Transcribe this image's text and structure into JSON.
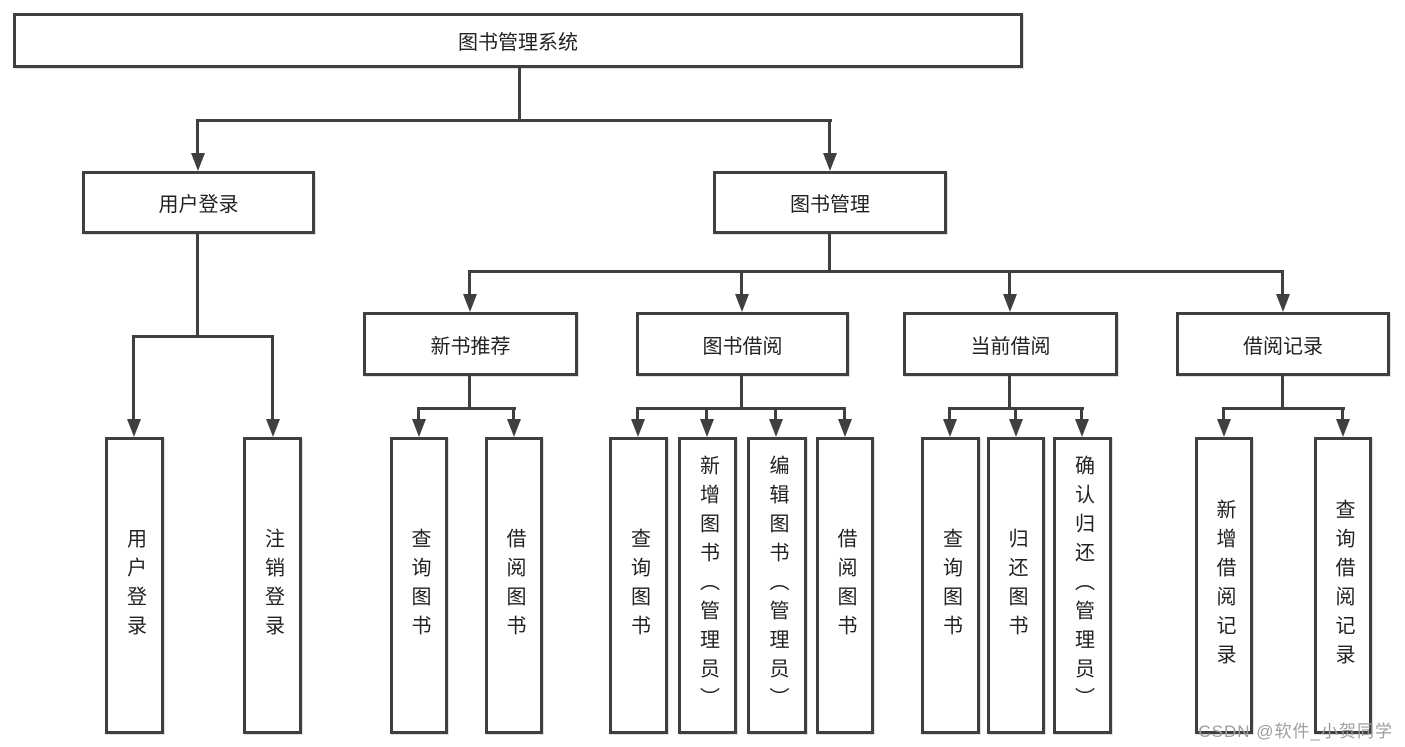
{
  "diagram": {
    "title": "图书管理系统",
    "root": {
      "label": "图书管理系统"
    },
    "level2": [
      {
        "label": "用户登录"
      },
      {
        "label": "图书管理"
      }
    ],
    "level3": [
      {
        "label": "新书推荐"
      },
      {
        "label": "图书借阅"
      },
      {
        "label": "当前借阅"
      },
      {
        "label": "借阅记录"
      }
    ],
    "leaves": {
      "user": [
        {
          "label": "用户登录"
        },
        {
          "label": "注销登录"
        }
      ],
      "newbook": [
        {
          "label": "查询图书"
        },
        {
          "label": "借阅图书"
        }
      ],
      "borrow": [
        {
          "label": "查询图书"
        },
        {
          "label": "新增图书（管理员）"
        },
        {
          "label": "编辑图书（管理员）"
        },
        {
          "label": "借阅图书"
        }
      ],
      "current": [
        {
          "label": "查询图书"
        },
        {
          "label": "归还图书"
        },
        {
          "label": "确认归还（管理员）"
        }
      ],
      "records": [
        {
          "label": "新增借阅记录"
        },
        {
          "label": "查询借阅记录"
        }
      ]
    },
    "colors": {
      "line": "#3f3f3f",
      "box_border": "#3f3f3f",
      "text": "#222222",
      "background": "#ffffff",
      "watermark": "#9e9e9e"
    }
  },
  "watermark": {
    "text": "CSDN @软件_小贺同学"
  }
}
